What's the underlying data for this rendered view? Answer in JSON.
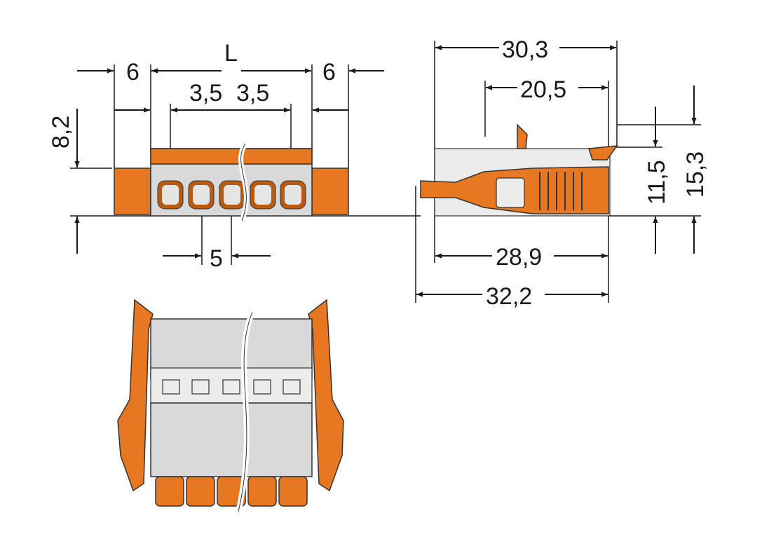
{
  "drawing": {
    "front_view": {
      "dim_left_margin": "6",
      "dim_length": "L",
      "dim_right_margin": "6",
      "dim_pitch_a": "3,5",
      "dim_pitch_b": "3,5",
      "dim_height": "8,2",
      "dim_pitch": "5"
    },
    "side_view": {
      "dim_overall_top": "30,3",
      "dim_latch": "20,5",
      "dim_height_a": "11,5",
      "dim_height_b": "15,3",
      "dim_body": "28,9",
      "dim_overall": "32,2"
    },
    "colors": {
      "housing": "#d9d9d9",
      "actuator": "#e87722",
      "lines": "#1a1a1a"
    }
  }
}
